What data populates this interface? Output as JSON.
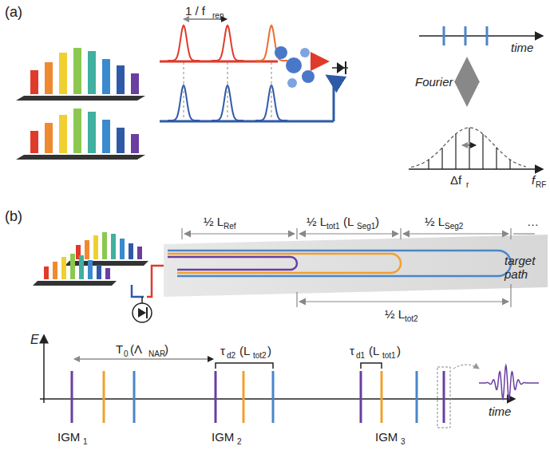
{
  "diagram": {
    "labels": [
      "(a)",
      "1 / f",
      "rep",
      "time",
      "Fourier",
      "Δf",
      "r",
      "f",
      "RF",
      "(b)",
      "½ L",
      "Ref",
      "½ L",
      "tot1",
      "(L",
      "Seg1",
      ")",
      "½ L",
      "Seg2",
      "…",
      "target path",
      "½ L",
      "tot2",
      "E",
      "T",
      "0",
      "(Λ",
      "NAR",
      ")",
      "τ",
      "d2",
      "(L",
      "tot2",
      ")",
      "τ",
      "d1",
      "(L",
      "tot1",
      ")",
      "time",
      "IGM",
      "1",
      "IGM",
      "2",
      "IGM",
      "3"
    ]
  }
}
